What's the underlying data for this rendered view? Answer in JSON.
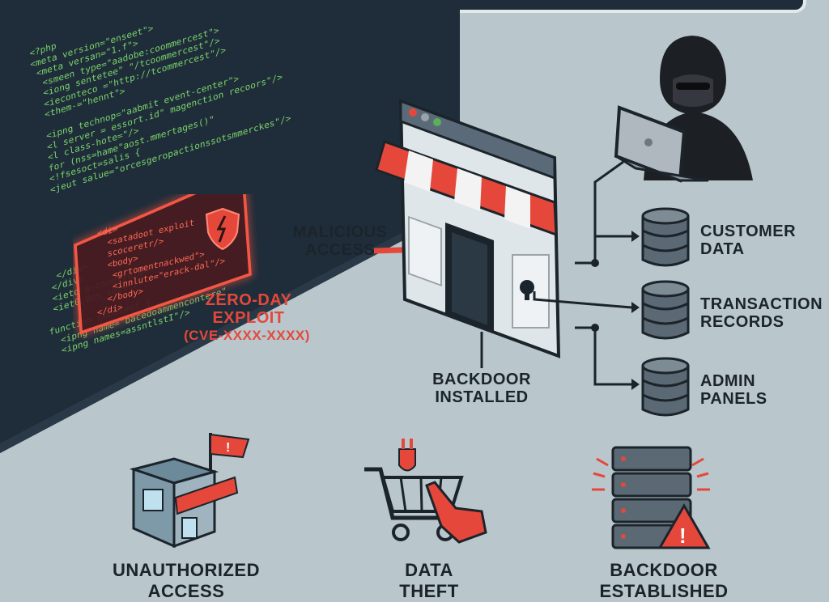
{
  "code_lines": [
    "<?php",
    "<meta version=\"enseet\">",
    " <meta versan=\"1.f\">",
    "  <smeen type=\"aadobe:coommercest\">",
    "  <iong sentetee\" \"/tcoommercest\"/>",
    "  <ieconteco =\"http://tcommercest\"/>",
    "  <them-=\"hennt\">",
    "",
    "  <ipng technop=\"aabmit event-center\">",
    "  <l server = essort.id\" magenction recoors\"/>",
    "  <l class-hote=\"/>",
    "  for (nss=hame\"aost.mmertages()\"",
    "  <!fsesoct=salis {",
    "  <jeut salue=\"orcesgeropactionssotsmmerckes\"/>",
    "",
    "",
    "",
    "",
    "",
    "",
    "",
    "  </div>",
    " </div>",
    " <ieto e-condcreip>",
    " <iet0_0es_secer/>",
    "",
    "function coontest {",
    "  <ipng name=\"bacedoammencontere\"",
    "  <ipng names=assntlstI\"/>"
  ],
  "exploit": {
    "code_lines": [
      "<di>",
      "  <satadoot exploit",
      "  scoceretr/>",
      "  <body>",
      "   <grtomentnackwed\">",
      "   <innlute=\"erack-dal\"/>",
      "  </body>",
      "</di>"
    ],
    "label_line1": "ZERO-DAY",
    "label_line2": "EXPLOIT",
    "cve": "(CVE-XXXX-XXXX)",
    "icon": "broken-shield-icon"
  },
  "center": {
    "malicious_line1": "MALICIOUS",
    "malicious_line2": "ACCESS",
    "backdoor_line1": "BACKDOOR",
    "backdoor_line2": "INSTALLED"
  },
  "databases": [
    {
      "line1": "CUSTOMER",
      "line2": "DATA"
    },
    {
      "line1": "TRANSACTION",
      "line2": "RECORDS"
    },
    {
      "line1": "ADMIN",
      "line2": "PANELS"
    }
  ],
  "bottom": [
    {
      "line1": "UNAUTHORIZED",
      "line2": "ACCESS",
      "icon": "storefront-flag-icon"
    },
    {
      "line1": "DATA",
      "line2": "THEFT",
      "icon": "shopping-cart-plug-icon"
    },
    {
      "line1": "BACKDOOR",
      "line2": "ESTABLISHED",
      "icon": "server-warning-icon"
    }
  ],
  "colors": {
    "background": "#b9c6cb",
    "code_panel": "#1f2d3a",
    "accent_red": "#e5483b",
    "code_green": "#7bd36a",
    "dark_text": "#1c242b"
  }
}
